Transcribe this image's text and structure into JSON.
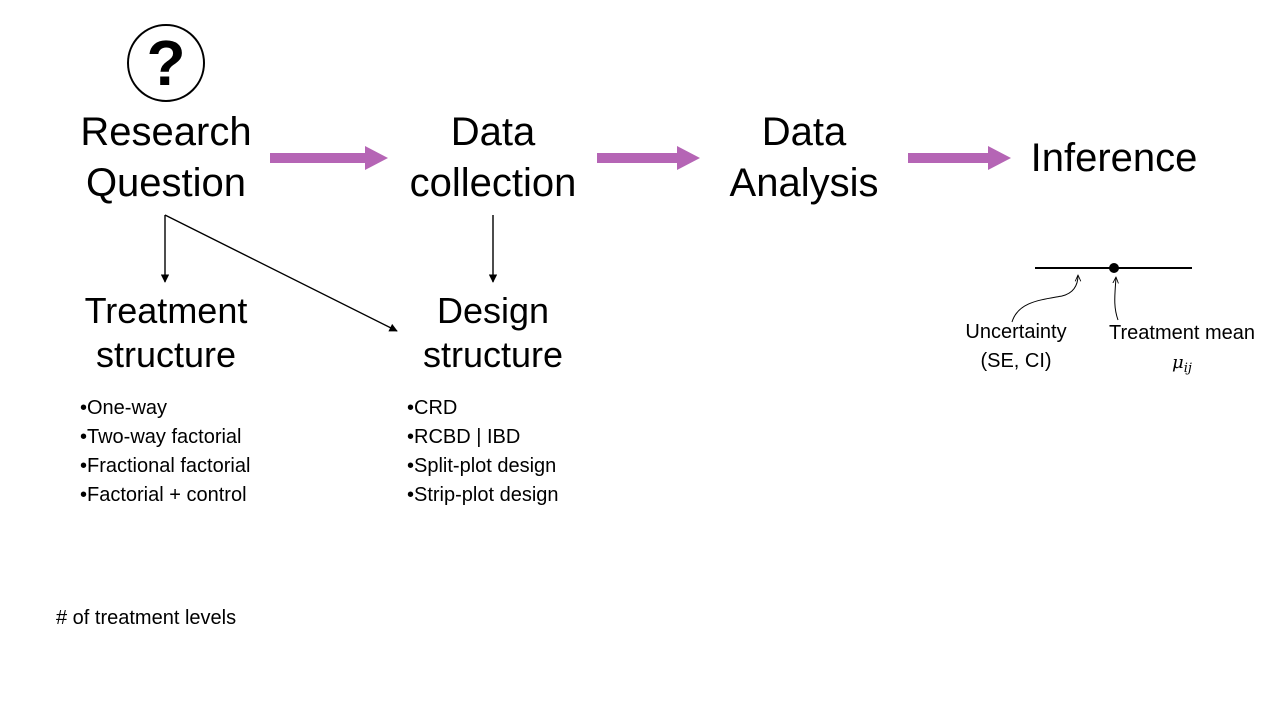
{
  "stages": {
    "research_question": [
      "Research",
      "Question"
    ],
    "data_collection": [
      "Data",
      "collection"
    ],
    "data_analysis": [
      "Data",
      "Analysis"
    ],
    "inference": "Inference"
  },
  "question_icon": {
    "icon": "question-mark-icon",
    "symbol": "?"
  },
  "treatment_structure": {
    "title": [
      "Treatment",
      "structure"
    ],
    "items": [
      "•One-way",
      "•Two-way factorial",
      "•Fractional factorial",
      "•Factorial + control"
    ]
  },
  "design_structure": {
    "title": [
      "Design",
      "structure"
    ],
    "items": [
      "•CRD",
      "•RCBD | IBD",
      "•Split-plot design",
      "•Strip-plot design"
    ]
  },
  "inference_plot": {
    "uncertainty_label": [
      "Uncertainty",
      "(SE, CI)"
    ],
    "mean_label": "Treatment mean",
    "mean_symbol": {
      "base": "μ",
      "sub": "ij"
    }
  },
  "footnote": "# of treatment levels",
  "colors": {
    "arrow": "#B565B5",
    "line": "#000000"
  }
}
